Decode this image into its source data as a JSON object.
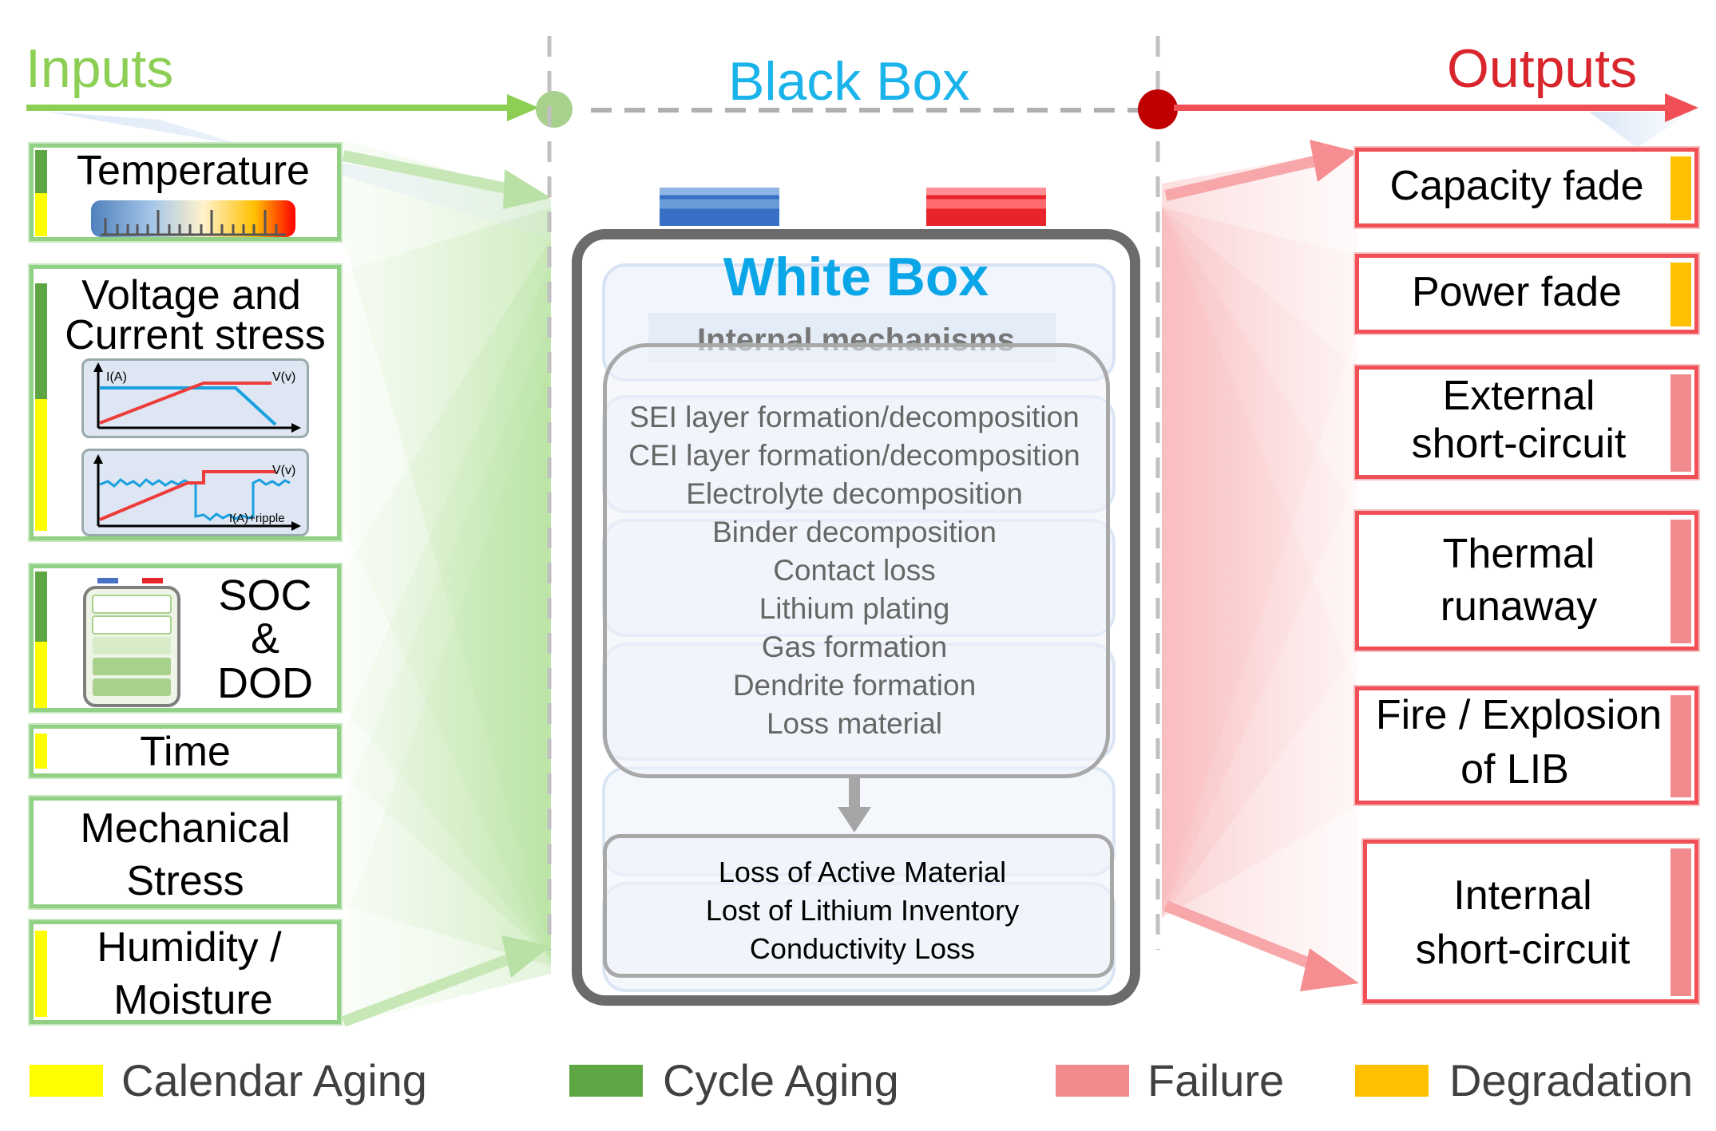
{
  "header": {
    "inputs": "Inputs",
    "black_box": "Black Box",
    "outputs": "Outputs"
  },
  "inputs": {
    "temperature": "Temperature",
    "voltage_line1": "Voltage and",
    "voltage_line2": "Current stress",
    "plot1_current_label": "I(A)",
    "plot1_voltage_label": "V(v)",
    "plot2_voltage_label": "V(v)",
    "plot2_current_label": "I(A)+ripple",
    "soc": "SOC",
    "amp": "&",
    "dod": "DOD",
    "time": "Time",
    "mechanical_line1": "Mechanical",
    "mechanical_line2": "Stress",
    "humidity_line1": "Humidity /",
    "humidity_line2": "Moisture"
  },
  "white_box": {
    "title": "White Box",
    "subtitle": "Internal mechanisms",
    "mechanisms": [
      "SEI layer formation/decomposition",
      "CEI layer formation/decomposition",
      "Electrolyte decomposition",
      "Binder decomposition",
      "Contact loss",
      "Lithium plating",
      "Gas formation",
      "Dendrite formation",
      "Loss material"
    ],
    "results": [
      "Loss of Active Material",
      "Lost of Lithium Inventory",
      "Conductivity  Loss"
    ]
  },
  "outputs": {
    "capacity_fade": "Capacity fade",
    "power_fade": "Power fade",
    "external_line1": "External",
    "external_line2": "short-circuit",
    "thermal_line1": "Thermal",
    "thermal_line2": "runaway",
    "fire_line1": "Fire / Explosion",
    "fire_line2": "of LIB",
    "internal_line1": "Internal",
    "internal_line2": "short-circuit"
  },
  "legend": {
    "calendar": "Calendar Aging",
    "cycle": "Cycle Aging",
    "failure": "Failure",
    "degradation": "Degradation"
  },
  "colors": {
    "input_green": "#92d050",
    "calendar_yellow": "#ffff00",
    "cycle_green": "#5ea544",
    "failure_pink": "#f28b8e",
    "degradation_orange": "#ffc000",
    "output_red": "#e8242b",
    "black_box_blue": "#1ab3ea",
    "white_box_blue": "#0aa6e8"
  }
}
